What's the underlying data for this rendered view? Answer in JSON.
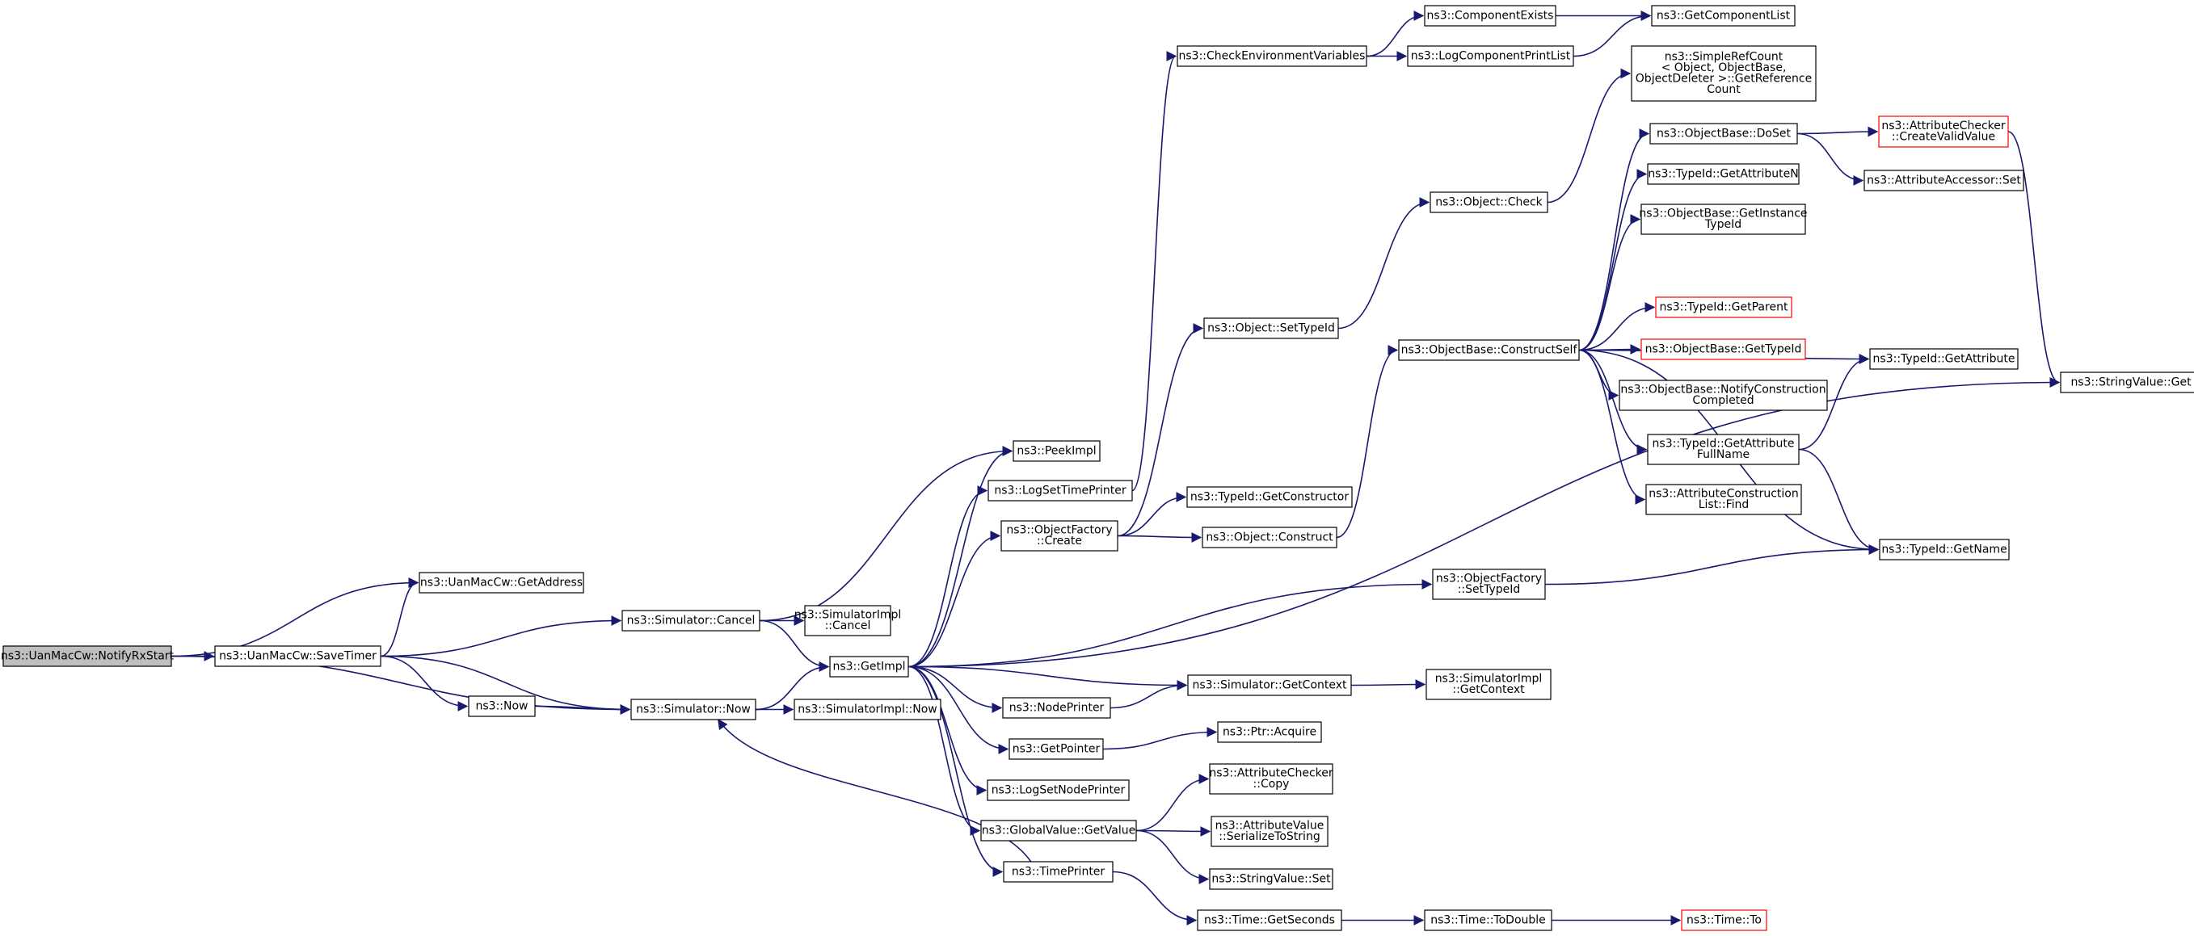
{
  "graph": {
    "title": "",
    "colors": {
      "edge": "#191970",
      "root_fill": "#bfbfbf",
      "box_border": "#000000",
      "incomplete_border": "#ff0000"
    },
    "nodes": [
      {
        "id": "root",
        "lines": [
          "ns3::UanMacCw::NotifyRxStart"
        ],
        "root": true
      },
      {
        "id": "getaddress",
        "lines": [
          "ns3::UanMacCw::GetAddress"
        ]
      },
      {
        "id": "savetimer",
        "lines": [
          "ns3::UanMacCw::SaveTimer"
        ]
      },
      {
        "id": "simcancel",
        "lines": [
          "ns3::Simulator::Cancel"
        ]
      },
      {
        "id": "simnow",
        "lines": [
          "ns3::Simulator::Now"
        ]
      },
      {
        "id": "now",
        "lines": [
          "ns3::Now"
        ]
      },
      {
        "id": "simimplcancel",
        "lines": [
          "ns3::SimulatorImpl",
          "::Cancel"
        ]
      },
      {
        "id": "getimpl",
        "lines": [
          "ns3::GetImpl"
        ]
      },
      {
        "id": "simimplnow",
        "lines": [
          "ns3::SimulatorImpl::Now"
        ]
      },
      {
        "id": "peekimpl",
        "lines": [
          "ns3::PeekImpl"
        ]
      },
      {
        "id": "logsettimeprinter",
        "lines": [
          "ns3::LogSetTimePrinter"
        ]
      },
      {
        "id": "objfactcreate",
        "lines": [
          "ns3::ObjectFactory",
          "::Create"
        ]
      },
      {
        "id": "nodeprinter",
        "lines": [
          "ns3::NodePrinter"
        ]
      },
      {
        "id": "getpointer",
        "lines": [
          "ns3::GetPointer"
        ]
      },
      {
        "id": "logsetnodeprinter",
        "lines": [
          "ns3::LogSetNodePrinter"
        ]
      },
      {
        "id": "gvgetvalue",
        "lines": [
          "ns3::GlobalValue::GetValue"
        ]
      },
      {
        "id": "timeprinter",
        "lines": [
          "ns3::TimePrinter"
        ]
      },
      {
        "id": "checkenv",
        "lines": [
          "ns3::CheckEnvironmentVariables"
        ]
      },
      {
        "id": "objsettypeid",
        "lines": [
          "ns3::Object::SetTypeId"
        ]
      },
      {
        "id": "tidgetconstructor",
        "lines": [
          "ns3::TypeId::GetConstructor"
        ]
      },
      {
        "id": "objconstruct",
        "lines": [
          "ns3::Object::Construct"
        ]
      },
      {
        "id": "simgetcontext",
        "lines": [
          "ns3::Simulator::GetContext"
        ]
      },
      {
        "id": "ptracquire",
        "lines": [
          "ns3::Ptr::Acquire"
        ]
      },
      {
        "id": "accheckcopy",
        "lines": [
          "ns3::AttributeChecker",
          "::Copy"
        ]
      },
      {
        "id": "avserialize",
        "lines": [
          "ns3::AttributeValue",
          "::SerializeToString"
        ]
      },
      {
        "id": "svset",
        "lines": [
          "ns3::StringValue::Set"
        ]
      },
      {
        "id": "timegetseconds",
        "lines": [
          "ns3::Time::GetSeconds"
        ]
      },
      {
        "id": "compexists",
        "lines": [
          "ns3::ComponentExists"
        ]
      },
      {
        "id": "logcompprintlist",
        "lines": [
          "ns3::LogComponentPrintList"
        ]
      },
      {
        "id": "objcheck",
        "lines": [
          "ns3::Object::Check"
        ]
      },
      {
        "id": "obconstructself",
        "lines": [
          "ns3::ObjectBase::ConstructSelf"
        ]
      },
      {
        "id": "ofsettypeid",
        "lines": [
          "ns3::ObjectFactory",
          "::SetTypeId"
        ]
      },
      {
        "id": "simimplgetcontext",
        "lines": [
          "ns3::SimulatorImpl",
          "::GetContext"
        ]
      },
      {
        "id": "timetodouble",
        "lines": [
          "ns3::Time::ToDouble"
        ]
      },
      {
        "id": "getcomplist",
        "lines": [
          "ns3::GetComponentList"
        ]
      },
      {
        "id": "simplerefcount",
        "lines": [
          "ns3::SimpleRefCount",
          "< Object, ObjectBase,",
          " ObjectDeleter >::GetReference",
          "Count"
        ]
      },
      {
        "id": "obdoset",
        "lines": [
          "ns3::ObjectBase::DoSet"
        ]
      },
      {
        "id": "tidgetattributen",
        "lines": [
          "ns3::TypeId::GetAttributeN"
        ]
      },
      {
        "id": "obgetinstancetid",
        "lines": [
          "ns3::ObjectBase::GetInstance",
          "TypeId"
        ]
      },
      {
        "id": "tidgetparent",
        "lines": [
          "ns3::TypeId::GetParent"
        ],
        "incomplete": true
      },
      {
        "id": "obgettypeid",
        "lines": [
          "ns3::ObjectBase::GetTypeId"
        ],
        "incomplete": true
      },
      {
        "id": "obnotifyconstr",
        "lines": [
          "ns3::ObjectBase::NotifyConstruction",
          "Completed"
        ]
      },
      {
        "id": "tidgetattrfullname",
        "lines": [
          "ns3::TypeId::GetAttribute",
          "FullName"
        ]
      },
      {
        "id": "aclistfind",
        "lines": [
          "ns3::AttributeConstruction",
          "List::Find"
        ]
      },
      {
        "id": "timeto",
        "lines": [
          "ns3::Time::To"
        ],
        "incomplete": true
      },
      {
        "id": "accreatevalid",
        "lines": [
          "ns3::AttributeChecker",
          "::CreateValidValue"
        ],
        "incomplete": true
      },
      {
        "id": "aaccessorset",
        "lines": [
          "ns3::AttributeAccessor::Set"
        ]
      },
      {
        "id": "tidgetattribute",
        "lines": [
          "ns3::TypeId::GetAttribute"
        ]
      },
      {
        "id": "tidgetname",
        "lines": [
          "ns3::TypeId::GetName"
        ]
      },
      {
        "id": "svget",
        "lines": [
          "ns3::StringValue::Get"
        ]
      }
    ],
    "edges": [
      [
        "root",
        "getaddress"
      ],
      [
        "root",
        "savetimer"
      ],
      [
        "root",
        "simnow"
      ],
      [
        "savetimer",
        "getaddress"
      ],
      [
        "savetimer",
        "simcancel"
      ],
      [
        "savetimer",
        "simnow"
      ],
      [
        "savetimer",
        "now"
      ],
      [
        "simcancel",
        "simimplcancel"
      ],
      [
        "simcancel",
        "getimpl"
      ],
      [
        "simcancel",
        "peekimpl"
      ],
      [
        "simnow",
        "getimpl"
      ],
      [
        "simnow",
        "simimplnow"
      ],
      [
        "now",
        "simnow"
      ],
      [
        "getimpl",
        "peekimpl"
      ],
      [
        "getimpl",
        "logsettimeprinter"
      ],
      [
        "getimpl",
        "objfactcreate"
      ],
      [
        "getimpl",
        "ofsettypeid"
      ],
      [
        "getimpl",
        "svget"
      ],
      [
        "getimpl",
        "nodeprinter"
      ],
      [
        "getimpl",
        "simgetcontext"
      ],
      [
        "getimpl",
        "getpointer"
      ],
      [
        "getimpl",
        "logsetnodeprinter"
      ],
      [
        "getimpl",
        "gvgetvalue"
      ],
      [
        "getimpl",
        "timeprinter"
      ],
      [
        "logsettimeprinter",
        "checkenv"
      ],
      [
        "objfactcreate",
        "objsettypeid"
      ],
      [
        "objfactcreate",
        "tidgetconstructor"
      ],
      [
        "objfactcreate",
        "objconstruct"
      ],
      [
        "objsettypeid",
        "objcheck"
      ],
      [
        "objconstruct",
        "obconstructself"
      ],
      [
        "nodeprinter",
        "simgetcontext"
      ],
      [
        "simgetcontext",
        "simimplgetcontext"
      ],
      [
        "getpointer",
        "ptracquire"
      ],
      [
        "gvgetvalue",
        "accheckcopy"
      ],
      [
        "gvgetvalue",
        "avserialize"
      ],
      [
        "gvgetvalue",
        "svset"
      ],
      [
        "timeprinter",
        "simnow"
      ],
      [
        "timeprinter",
        "timegetseconds"
      ],
      [
        "timegetseconds",
        "timetodouble"
      ],
      [
        "timetodouble",
        "timeto"
      ],
      [
        "checkenv",
        "compexists"
      ],
      [
        "checkenv",
        "logcompprintlist"
      ],
      [
        "compexists",
        "getcomplist"
      ],
      [
        "logcompprintlist",
        "getcomplist"
      ],
      [
        "objcheck",
        "simplerefcount"
      ],
      [
        "obconstructself",
        "obdoset"
      ],
      [
        "obconstructself",
        "tidgetattributen"
      ],
      [
        "obconstructself",
        "obgetinstancetid"
      ],
      [
        "obconstructself",
        "tidgetattribute"
      ],
      [
        "obconstructself",
        "tidgetparent"
      ],
      [
        "obconstructself",
        "obgettypeid"
      ],
      [
        "obconstructself",
        "obnotifyconstr"
      ],
      [
        "obconstructself",
        "tidgetattrfullname"
      ],
      [
        "obconstructself",
        "aclistfind"
      ],
      [
        "obconstructself",
        "tidgetname"
      ],
      [
        "ofsettypeid",
        "tidgetname"
      ],
      [
        "obdoset",
        "accreatevalid"
      ],
      [
        "obdoset",
        "aaccessorset"
      ],
      [
        "accreatevalid",
        "svget"
      ],
      [
        "tidgetattrfullname",
        "tidgetattribute"
      ],
      [
        "tidgetattrfullname",
        "tidgetname"
      ]
    ]
  }
}
